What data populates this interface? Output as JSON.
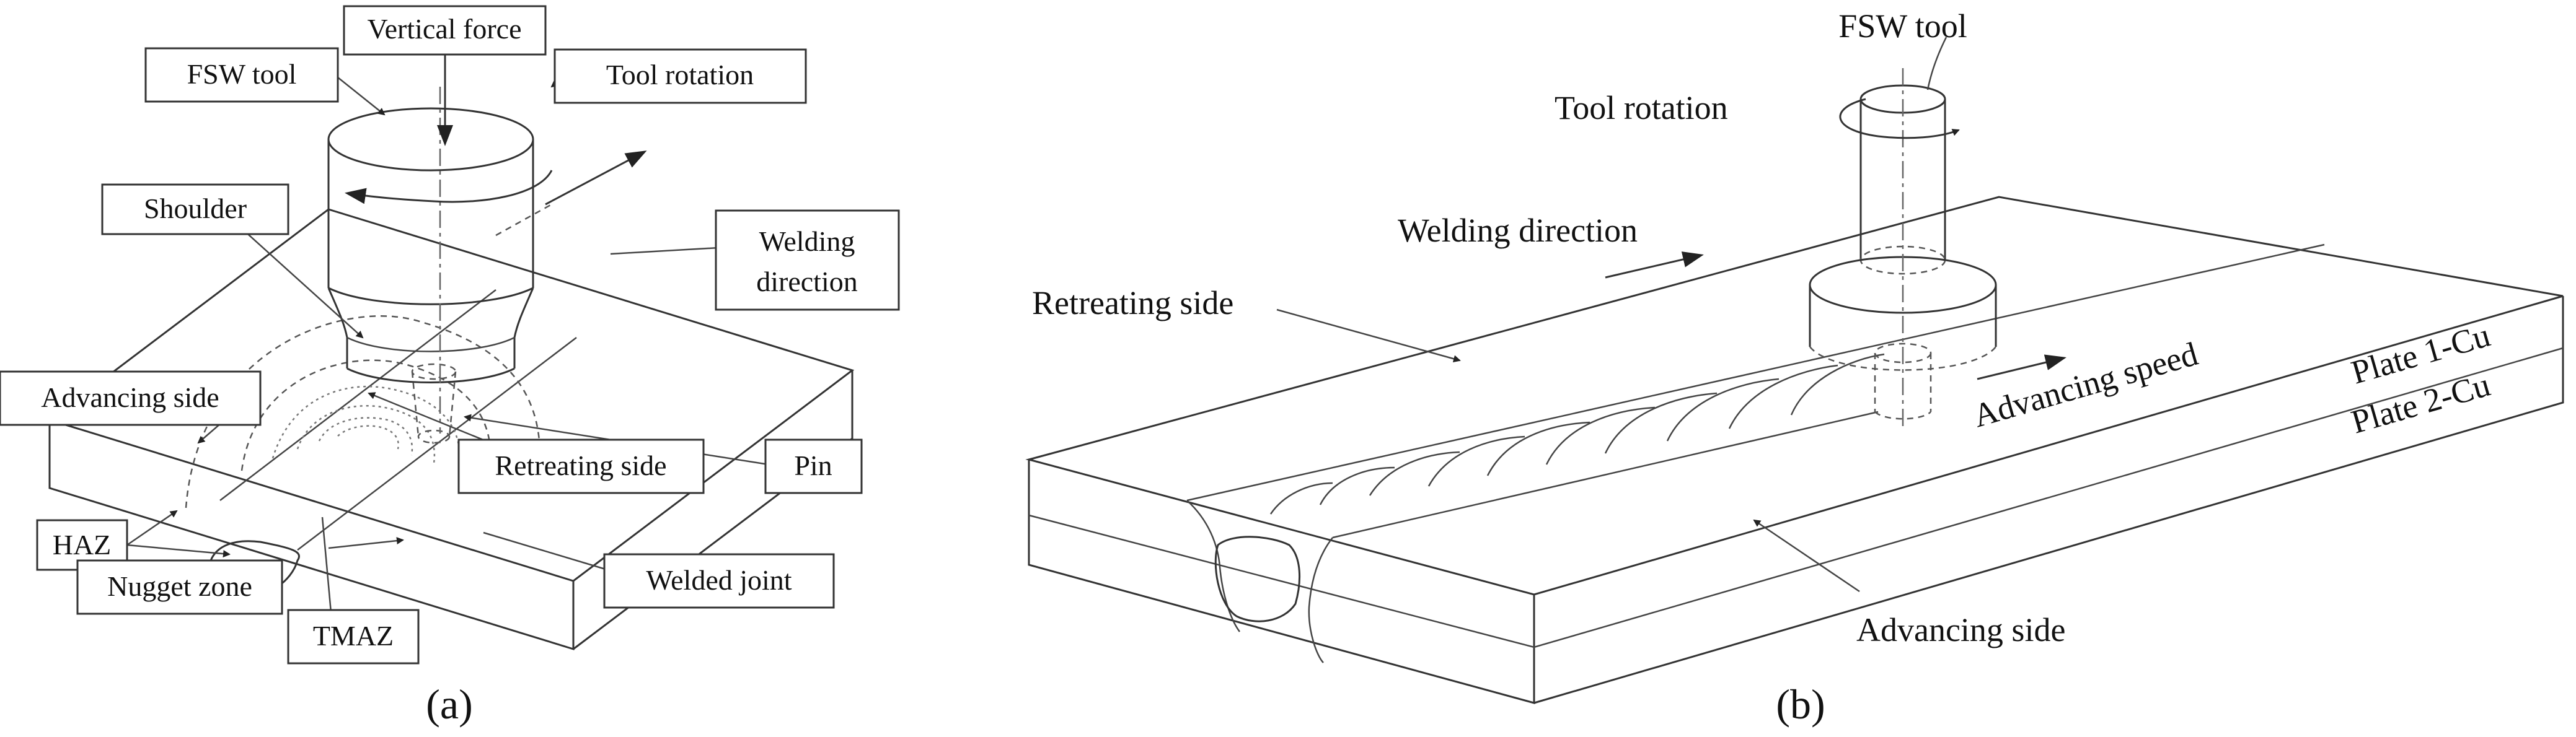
{
  "panel_a": {
    "caption": "(a)",
    "labels": {
      "vertical_force": "Vertical force",
      "fsw_tool": "FSW tool",
      "tool_rotation": "Tool rotation",
      "shoulder": "Shoulder",
      "welding_direction_1": "Welding",
      "welding_direction_2": "direction",
      "advancing_side": "Advancing side",
      "retreating_side": "Retreating side",
      "pin": "Pin",
      "haz": "HAZ",
      "nugget_zone": "Nugget zone",
      "tmaz": "TMAZ",
      "welded_joint": "Welded joint"
    }
  },
  "panel_b": {
    "caption": "(b)",
    "labels": {
      "fsw_tool": "FSW tool",
      "tool_rotation": "Tool rotation",
      "welding_direction": "Welding direction",
      "retreating_side": "Retreating side",
      "advancing_speed": "Advancing speed",
      "plate_1": "Plate 1-Cu",
      "plate_2": "Plate 2-Cu",
      "advancing_side": "Advancing side"
    }
  }
}
